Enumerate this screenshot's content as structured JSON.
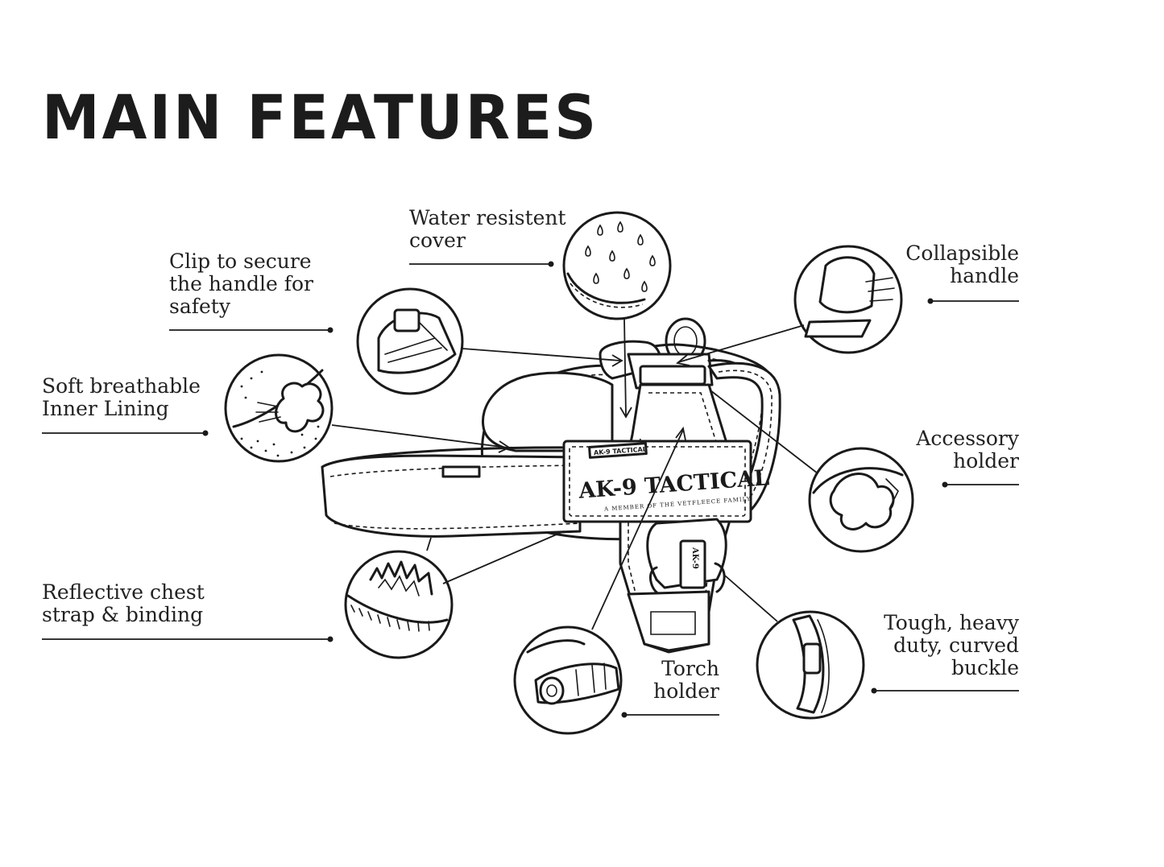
{
  "title": "MAIN FEATURES",
  "features": [
    {
      "id": "water",
      "lines": [
        "Water resistent",
        "cover"
      ]
    },
    {
      "id": "clip",
      "lines": [
        "Clip to secure",
        "the handle for",
        "safety"
      ]
    },
    {
      "id": "lining",
      "lines": [
        "Soft breathable",
        "Inner Lining"
      ]
    },
    {
      "id": "reflective",
      "lines": [
        "Reflective chest",
        "strap & binding"
      ]
    },
    {
      "id": "torch",
      "lines": [
        "Torch",
        "holder"
      ]
    },
    {
      "id": "handle",
      "lines": [
        "Collapsible",
        "handle"
      ]
    },
    {
      "id": "accessory",
      "lines": [
        "Accessory",
        "holder"
      ]
    },
    {
      "id": "buckle",
      "lines": [
        "Tough, heavy",
        "duty, curved",
        "buckle"
      ]
    }
  ],
  "product_label": {
    "brand": "AK-9 TACTICAL",
    "tagline": "A MEMBER OF THE VETFLEECE FAMILY",
    "small_tag": "AK-9 TACTICAL",
    "buckle_tag": "AK-9"
  },
  "icons": [
    "water-drops-icon",
    "clip-icon",
    "lining-icon",
    "reflective-icon",
    "torch-icon",
    "handle-icon",
    "accessory-icon",
    "buckle-icon"
  ]
}
